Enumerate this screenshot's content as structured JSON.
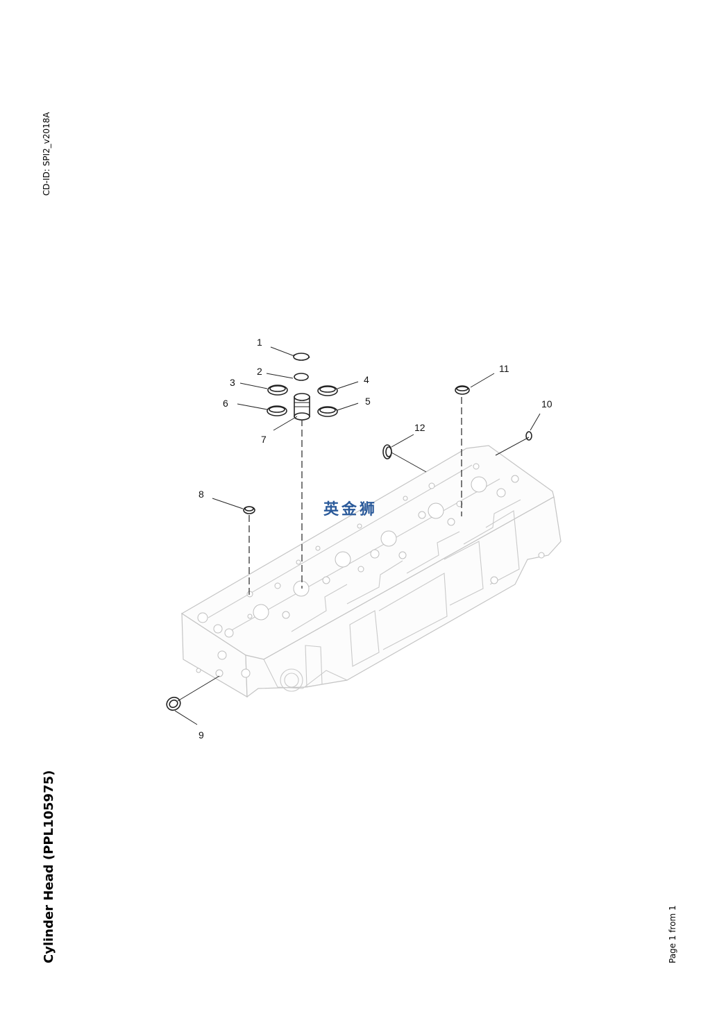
{
  "header": {
    "cd_id": "CD-ID: SPI2_v2018A"
  },
  "document": {
    "title": "Cylinder Head (PPL105975)"
  },
  "footer": {
    "page_text": "Page 1 from 1"
  },
  "watermark": {
    "text": "英金狮"
  },
  "callouts": [
    {
      "id": "1",
      "label": "1"
    },
    {
      "id": "2",
      "label": "2"
    },
    {
      "id": "3",
      "label": "3"
    },
    {
      "id": "4",
      "label": "4"
    },
    {
      "id": "5",
      "label": "5"
    },
    {
      "id": "6",
      "label": "6"
    },
    {
      "id": "7",
      "label": "7"
    },
    {
      "id": "8",
      "label": "8"
    },
    {
      "id": "9",
      "label": "9"
    },
    {
      "id": "10",
      "label": "10"
    },
    {
      "id": "11",
      "label": "11"
    },
    {
      "id": "12",
      "label": "12"
    }
  ]
}
